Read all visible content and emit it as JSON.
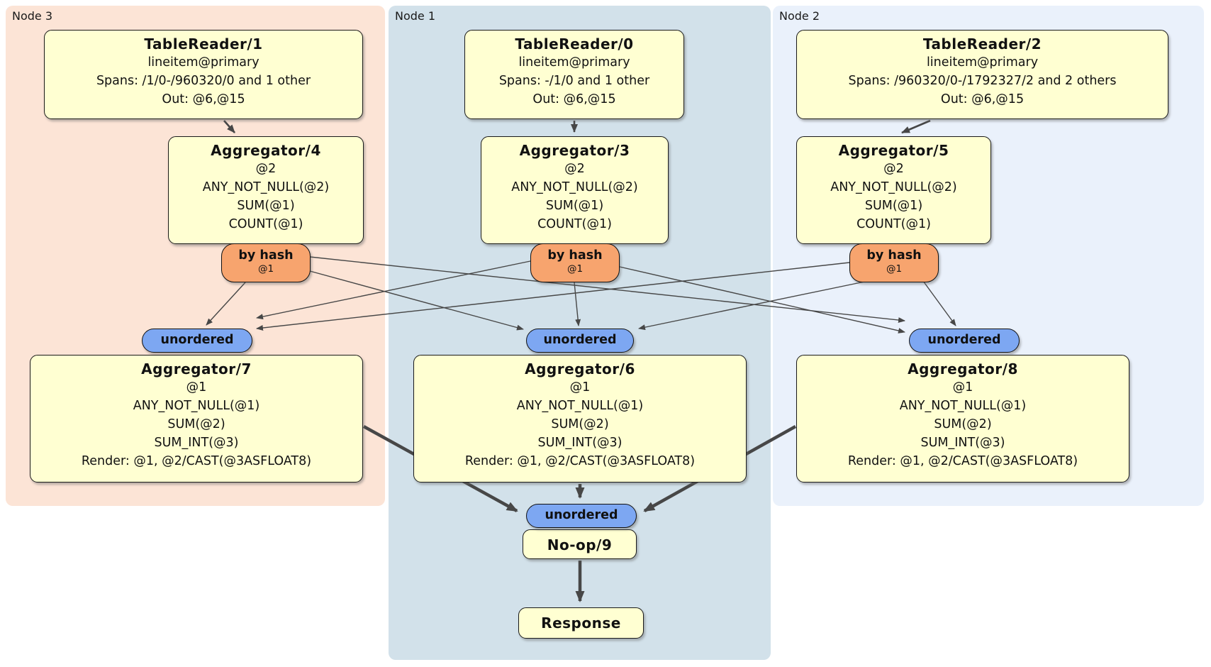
{
  "palette": {
    "node3_region": "#fce4d6",
    "node1_region": "#d2e1ea",
    "node2_region": "#eaf1fb",
    "processor_box": "#ffffd2",
    "hash_router_pill": "#f7a46e",
    "sync_pill": "#7da7f2",
    "edge": "#474747"
  },
  "regions": [
    {
      "id": "node3",
      "label": "Node 3"
    },
    {
      "id": "node1",
      "label": "Node 1"
    },
    {
      "id": "node2",
      "label": "Node 2"
    }
  ],
  "processors": [
    {
      "id": "tablereader-1",
      "title": "TableReader/1",
      "lines": [
        "lineitem@primary",
        "Spans: /1/0-/960320/0 and 1 other",
        "Out: @6,@15"
      ]
    },
    {
      "id": "tablereader-0",
      "title": "TableReader/0",
      "lines": [
        "lineitem@primary",
        "Spans: -/1/0 and 1 other",
        "Out: @6,@15"
      ]
    },
    {
      "id": "tablereader-2",
      "title": "TableReader/2",
      "lines": [
        "lineitem@primary",
        "Spans: /960320/0-/1792327/2 and 2 others",
        "Out: @6,@15"
      ]
    },
    {
      "id": "aggregator-4",
      "title": "Aggregator/4",
      "lines": [
        "@2",
        "ANY_NOT_NULL(@2)",
        "SUM(@1)",
        "COUNT(@1)"
      ]
    },
    {
      "id": "aggregator-3",
      "title": "Aggregator/3",
      "lines": [
        "@2",
        "ANY_NOT_NULL(@2)",
        "SUM(@1)",
        "COUNT(@1)"
      ]
    },
    {
      "id": "aggregator-5",
      "title": "Aggregator/5",
      "lines": [
        "@2",
        "ANY_NOT_NULL(@2)",
        "SUM(@1)",
        "COUNT(@1)"
      ]
    },
    {
      "id": "aggregator-7",
      "title": "Aggregator/7",
      "lines": [
        "@1",
        "ANY_NOT_NULL(@1)",
        "SUM(@2)",
        "SUM_INT(@3)",
        "Render: @1, @2/CAST(@3ASFLOAT8)"
      ]
    },
    {
      "id": "aggregator-6",
      "title": "Aggregator/6",
      "lines": [
        "@1",
        "ANY_NOT_NULL(@1)",
        "SUM(@2)",
        "SUM_INT(@3)",
        "Render: @1, @2/CAST(@3ASFLOAT8)"
      ]
    },
    {
      "id": "aggregator-8",
      "title": "Aggregator/8",
      "lines": [
        "@1",
        "ANY_NOT_NULL(@1)",
        "SUM(@2)",
        "SUM_INT(@3)",
        "Render: @1, @2/CAST(@3ASFLOAT8)"
      ]
    },
    {
      "id": "no-op-9",
      "title": "No-op/9",
      "lines": []
    },
    {
      "id": "response",
      "title": "Response",
      "lines": []
    }
  ],
  "routers": [
    {
      "id": "hash-router-node3",
      "label": "by hash",
      "detail": "@1"
    },
    {
      "id": "hash-router-node1",
      "label": "by hash",
      "detail": "@1"
    },
    {
      "id": "hash-router-node2",
      "label": "by hash",
      "detail": "@1"
    }
  ],
  "syncs": [
    {
      "id": "unordered-node3",
      "label": "unordered"
    },
    {
      "id": "unordered-node1",
      "label": "unordered"
    },
    {
      "id": "unordered-node2",
      "label": "unordered"
    },
    {
      "id": "unordered-final",
      "label": "unordered"
    }
  ]
}
